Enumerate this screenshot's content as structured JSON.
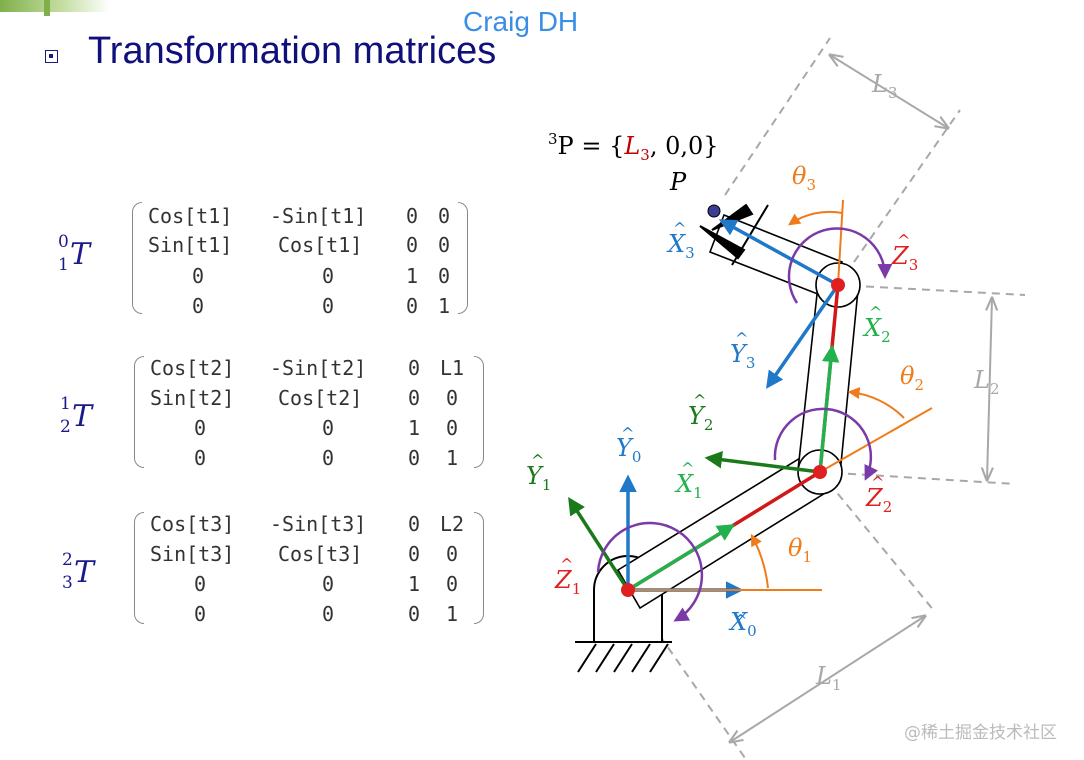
{
  "header": {
    "title": "Craig DH"
  },
  "slide": {
    "title": "Transformation matrices"
  },
  "matrices": [
    {
      "label_sup": "0",
      "label_sub": "1",
      "label_symbol": "T",
      "rows": [
        [
          "Cos[t1]",
          "-Sin[t1]",
          "0",
          "0"
        ],
        [
          "Sin[t1]",
          "Cos[t1]",
          "0",
          "0"
        ],
        [
          "0",
          "0",
          "1",
          "0"
        ],
        [
          "0",
          "0",
          "0",
          "1"
        ]
      ]
    },
    {
      "label_sup": "1",
      "label_sub": "2",
      "label_symbol": "T",
      "rows": [
        [
          "Cos[t2]",
          "-Sin[t2]",
          "0",
          "L1"
        ],
        [
          "Sin[t2]",
          "Cos[t2]",
          "0",
          "0"
        ],
        [
          "0",
          "0",
          "1",
          "0"
        ],
        [
          "0",
          "0",
          "0",
          "1"
        ]
      ]
    },
    {
      "label_sup": "2",
      "label_sub": "3",
      "label_symbol": "T",
      "rows": [
        [
          "Cos[t3]",
          "-Sin[t3]",
          "0",
          "L2"
        ],
        [
          "Sin[t3]",
          "Cos[t3]",
          "0",
          "0"
        ],
        [
          "0",
          "0",
          "1",
          "0"
        ],
        [
          "0",
          "0",
          "0",
          "1"
        ]
      ]
    }
  ],
  "diagram": {
    "point_equation": {
      "sup": "3",
      "lhs": "P = {",
      "l3": "L",
      "l3_sub": "3",
      "rest": ", 0,0}"
    },
    "point_label": "P",
    "axes": {
      "x0": {
        "symbol": "X",
        "sub": "0"
      },
      "y0": {
        "symbol": "Y",
        "sub": "0"
      },
      "z1": {
        "symbol": "Z",
        "sub": "1"
      },
      "x1": {
        "symbol": "X",
        "sub": "1"
      },
      "y1": {
        "symbol": "Y",
        "sub": "1"
      },
      "z2": {
        "symbol": "Z",
        "sub": "2"
      },
      "x2": {
        "symbol": "X",
        "sub": "2"
      },
      "y2": {
        "symbol": "Y",
        "sub": "2"
      },
      "z3": {
        "symbol": "Z",
        "sub": "3"
      },
      "x3": {
        "symbol": "X",
        "sub": "3"
      },
      "y3": {
        "symbol": "Y",
        "sub": "3"
      }
    },
    "angles": {
      "t1": {
        "symbol": "θ",
        "sub": "1"
      },
      "t2": {
        "symbol": "θ",
        "sub": "2"
      },
      "t3": {
        "symbol": "θ",
        "sub": "3"
      }
    },
    "lengths": {
      "l1": {
        "symbol": "L",
        "sub": "1"
      },
      "l2": {
        "symbol": "L",
        "sub": "2"
      },
      "l3": {
        "symbol": "L",
        "sub": "3"
      }
    },
    "colors": {
      "x_axis": "#1f78c8",
      "y_axis": "#1f78c8",
      "link_green": "#22b14c",
      "dark_green": "#1a7a1a",
      "red": "#e02020",
      "orange": "#f07b1a",
      "purple": "#7a3aa8",
      "gray": "#a8a8a8"
    }
  },
  "watermark": {
    "text": "@稀土掘金技术社区"
  }
}
